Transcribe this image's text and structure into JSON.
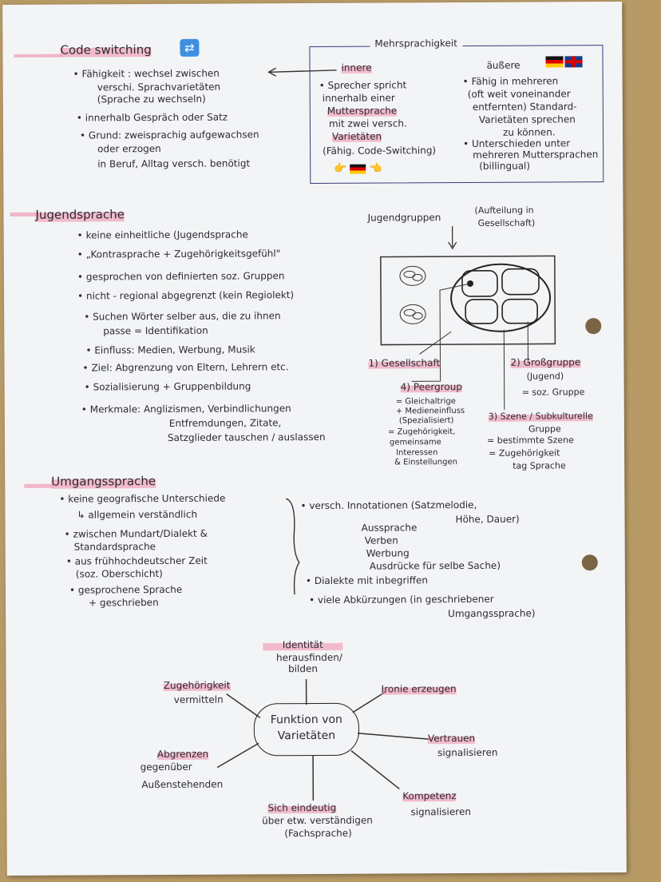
{
  "code_switching": {
    "title": "Code switching",
    "icon": "repeat-icon",
    "lines": [
      "• Fähigkeit : wechsel zwischen",
      "verschi. Sprachvarietäten",
      "(Sprache zu wechseln)",
      "• innerhalb Gespräch oder Satz",
      "• Grund: zweisprachig aufgewachsen",
      "oder erzogen",
      "in Beruf, Alltag versch. benötigt"
    ]
  },
  "mehrsprachigkeit": {
    "title": "Mehrsprachigkeit",
    "innere": {
      "label": "innere",
      "lines": [
        "• Sprecher spricht",
        "innerhalb einer",
        "Muttersprache",
        "mit zwei versch.",
        "Varietäten",
        "(Fähig. Code-Switching)"
      ]
    },
    "aeussere": {
      "label": "äußere",
      "lines": [
        "• Fähig in mehreren",
        "(oft weit voneinander",
        "entfernten) Standard-",
        "Varietäten sprechen",
        "zu können.",
        "• Unterschieden unter",
        "mehreren Muttersprachen",
        "(billingual)"
      ]
    }
  },
  "jugendsprache": {
    "title": "Jugendsprache",
    "lines": [
      "• keine einheitliche (Jugendsprache",
      "• „Kontrasprache + Zugehörigkeitsgefühl\"",
      "• gesprochen von definierten soz. Gruppen",
      "• nicht - regional abgegrenzt (kein Regiolekt)",
      "• Suchen Wörter selber aus, die zu ihnen",
      "passe = Identifikation",
      "• Einfluss: Medien, Werbung, Musik",
      "• Ziel: Abgrenzung von Eltern, Lehrern etc.",
      "• Sozialisierung + Gruppenbildung",
      "• Merkmale: Anglizismen, Verbindlichungen",
      "Entfremdungen, Zitate,",
      "Satzglieder tauschen / auslassen"
    ],
    "jugendgruppen": "Jugendgruppen",
    "aufteilung": [
      "(Aufteilung in",
      "Gesellschaft)"
    ],
    "labels": {
      "gesellschaft": "1) Gesellschaft",
      "grossgruppe": [
        "2) Großgruppe",
        "(Jugend)",
        "= soz. Gruppe"
      ],
      "szene": [
        "3) Szene / Subkulturelle",
        "Gruppe",
        "= bestimmte Szene",
        "= Zugehörigkeit",
        "tag Sprache"
      ],
      "peergroup": [
        "4) Peergroup",
        "= Gleichaltrige",
        "+ Medieneinfluss",
        "(Spezialisiert)",
        "= Zugehörigkeit,",
        "gemeinsame",
        "Interessen",
        "& Einstellungen"
      ]
    }
  },
  "umgangssprache": {
    "title": "Umgangssprache",
    "left": [
      "• keine geografische Unterschiede",
      "↳ allgemein verständlich",
      "• zwischen Mundart/Dialekt &",
      "Standardsprache",
      "• aus frühhochdeutscher Zeit",
      "(soz. Oberschicht)",
      "• gesprochene Sprache",
      "+ geschrieben"
    ],
    "right": [
      "• versch. Innotationen (Satzmelodie,",
      "Höhe, Dauer)",
      "Aussprache",
      "Verben",
      "Werbung",
      "Ausdrücke für selbe Sache)",
      "• Dialekte mit inbegriffen",
      "• viele Abkürzungen (in geschriebener",
      "Umgangssprache)"
    ]
  },
  "mindmap": {
    "center": [
      "Funktion von",
      "Varietäten"
    ],
    "nodes": {
      "identitaet": [
        "Identität",
        "herausfinden/",
        "bilden"
      ],
      "ironie": [
        "Ironie erzeugen"
      ],
      "vertrauen": [
        "Vertrauen",
        "signalisieren"
      ],
      "kompetenz": [
        "Kompetenz",
        "signalisieren"
      ],
      "verstaendigen": [
        "Sich eindeutig",
        "über etw. verständigen",
        "(Fachsprache)"
      ],
      "abgrenzen": [
        "Abgrenzen",
        "gegenüber",
        "Außenstehenden"
      ],
      "zugehoerigkeit": [
        "Zugehörigkeit",
        "vermitteln"
      ]
    }
  }
}
